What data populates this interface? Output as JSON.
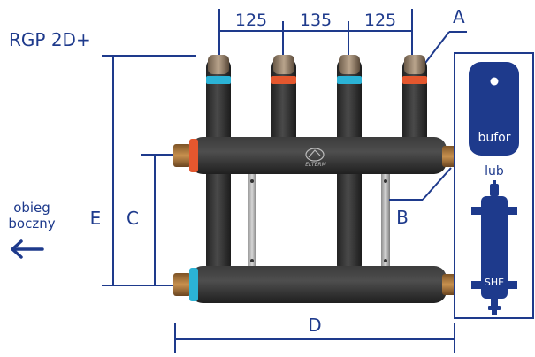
{
  "title": "RGP 2D+",
  "dimensions": {
    "d1": "125",
    "d2": "135",
    "d3": "125",
    "a": "A",
    "b": "B",
    "c": "C",
    "d": "D",
    "e": "E"
  },
  "side_label_line1": "obieg",
  "side_label_line2": "boczny",
  "side_arrow_icon": "arrow-left-icon",
  "panel": {
    "tank_label": "bufor",
    "or_label": "lub",
    "separator_label": "SHE"
  },
  "logo_text": "ELTERM",
  "colors": {
    "accent_blue": "#1e3a8c",
    "pipe_dark": "#2f2f2f",
    "ring_cyan": "#2bb3d6",
    "ring_orange": "#e4572e",
    "brass": "#b07a3a"
  }
}
